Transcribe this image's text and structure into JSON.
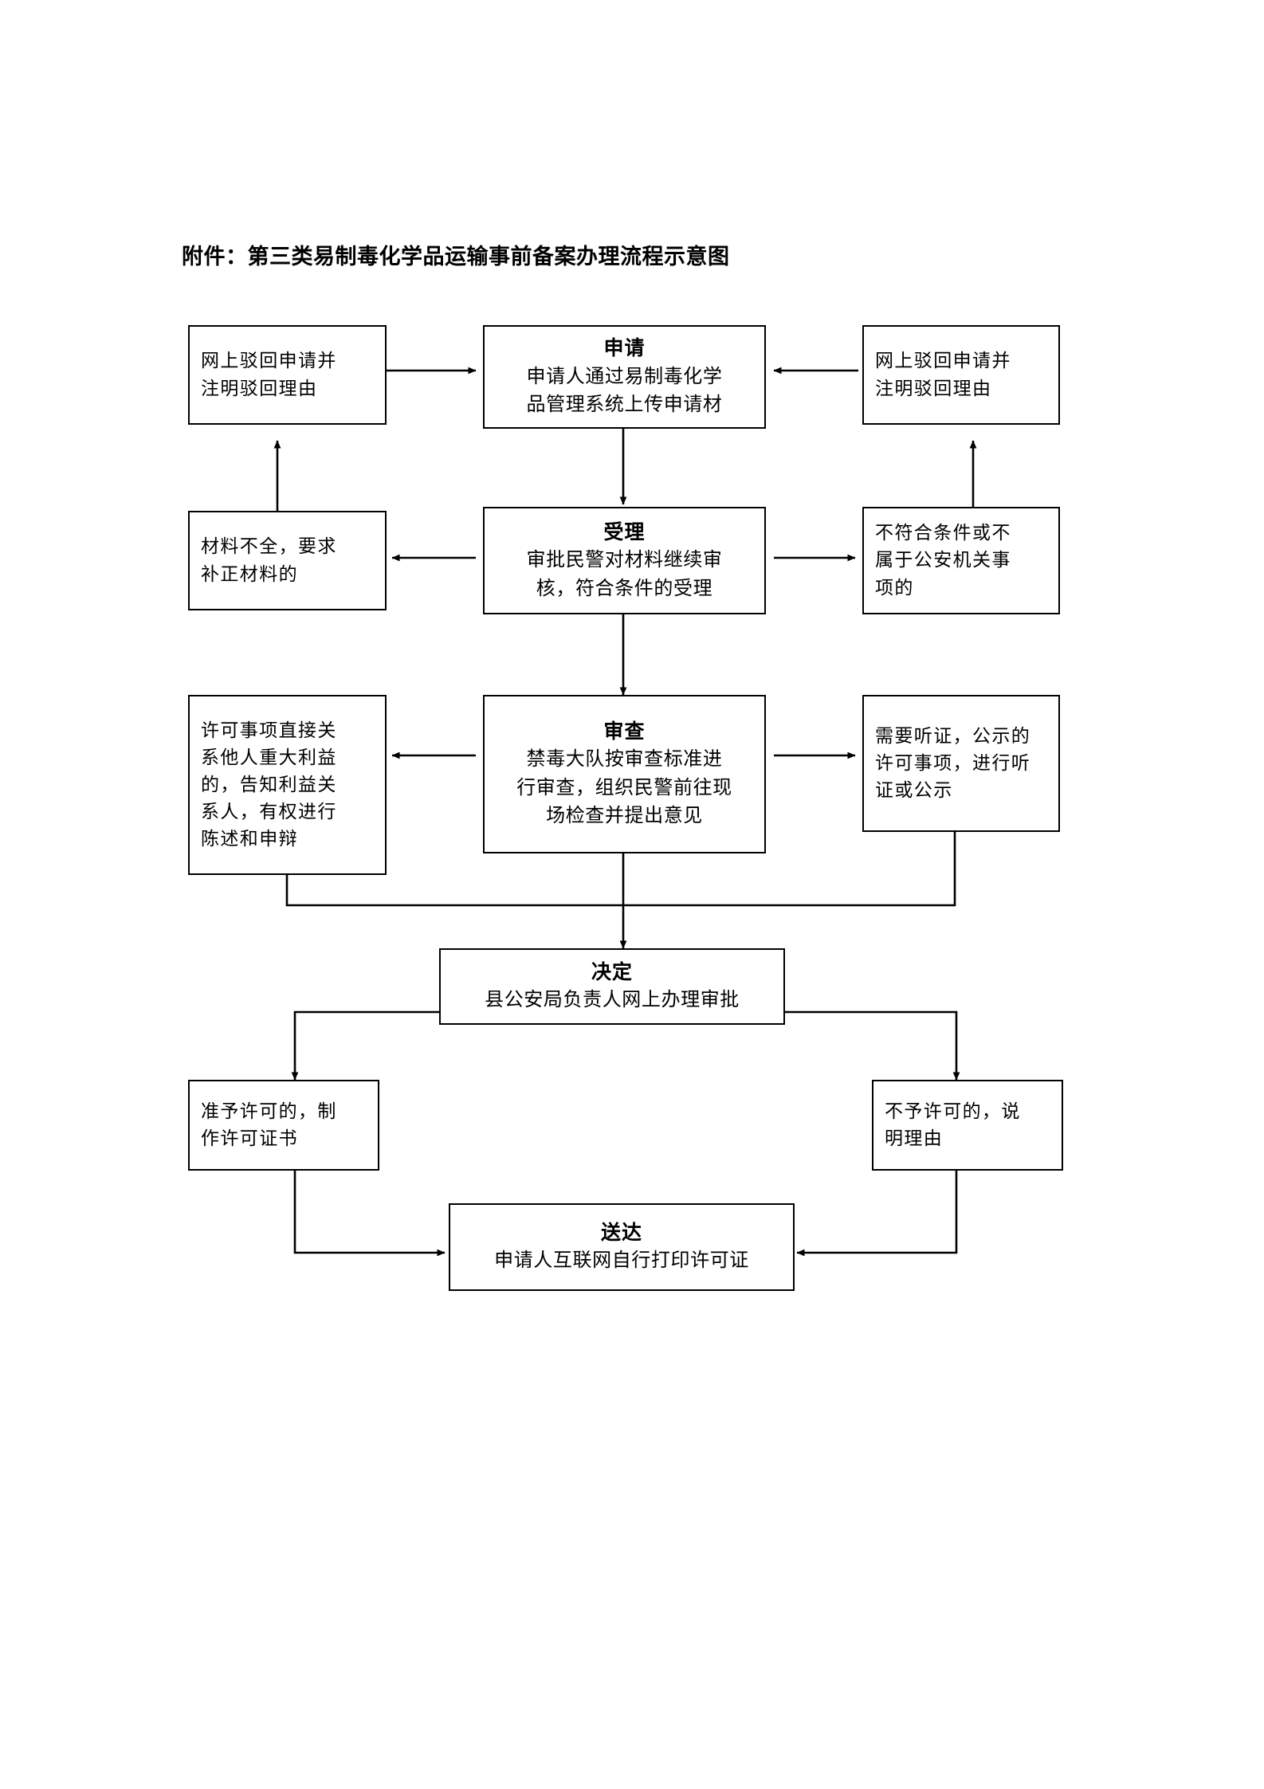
{
  "document": {
    "title": "附件：第三类易制毒化学品运输事前备案办理流程示意图"
  },
  "flowchart": {
    "type": "process-flow-diagram",
    "orientation": "top-to-bottom",
    "nodes": {
      "reject_left": {
        "header": "",
        "body_lines": [
          "网上驳回申请并",
          "注明驳回理由"
        ],
        "role": "outcome-left"
      },
      "apply": {
        "header": "申请",
        "body_lines": [
          "申请人通过易制毒化学",
          "品管理系统上传申请材"
        ],
        "role": "stage"
      },
      "reject_right": {
        "header": "",
        "body_lines": [
          "网上驳回申请并",
          "注明驳回理由"
        ],
        "role": "outcome-right"
      },
      "incomplete": {
        "header": "",
        "body_lines": [
          "材料不全，要求",
          "补正材料的"
        ],
        "role": "condition-left"
      },
      "accept": {
        "header": "受理",
        "body_lines": [
          "审批民警对材料继续审",
          "核，符合条件的受理"
        ],
        "role": "stage"
      },
      "not_qualified": {
        "header": "",
        "body_lines": [
          "不符合条件或不",
          "属于公安机关事",
          "项的"
        ],
        "role": "condition-right"
      },
      "statement": {
        "header": "",
        "body_lines": [
          "许可事项直接关",
          "系他人重大利益",
          "的，告知利益关",
          "系人，有权进行",
          "陈述和申辩"
        ],
        "role": "condition-left"
      },
      "review": {
        "header": "审查",
        "body_lines": [
          "禁毒大队按审查标准进",
          "行审查，组织民警前往现",
          "场检查并提出意见"
        ],
        "role": "stage"
      },
      "hearing": {
        "header": "",
        "body_lines": [
          "需要听证，公示的",
          "许可事项，进行听",
          "证或公示"
        ],
        "role": "condition-right"
      },
      "decide": {
        "header": "决定",
        "body_lines": [
          "县公安局负责人网上办理审批"
        ],
        "role": "stage"
      },
      "granted": {
        "header": "",
        "body_lines": [
          "准予许可的，制",
          "作许可证书"
        ],
        "role": "outcome-left"
      },
      "denied": {
        "header": "",
        "body_lines": [
          "不予许可的，说",
          "明理由"
        ],
        "role": "outcome-right"
      },
      "deliver": {
        "header": "送达",
        "body_lines": [
          "申请人互联网自行打印许可证"
        ],
        "role": "stage"
      }
    },
    "edges": [
      {
        "from": "reject_left",
        "to": "apply",
        "direction": "right"
      },
      {
        "from": "reject_right",
        "to": "apply",
        "direction": "left"
      },
      {
        "from": "apply",
        "to": "accept",
        "direction": "down"
      },
      {
        "from": "accept",
        "to": "incomplete",
        "direction": "left"
      },
      {
        "from": "incomplete",
        "to": "reject_left",
        "direction": "up"
      },
      {
        "from": "accept",
        "to": "not_qualified",
        "direction": "right"
      },
      {
        "from": "not_qualified",
        "to": "reject_right",
        "direction": "up"
      },
      {
        "from": "accept",
        "to": "review",
        "direction": "down"
      },
      {
        "from": "review",
        "to": "statement",
        "direction": "left"
      },
      {
        "from": "review",
        "to": "hearing",
        "direction": "right"
      },
      {
        "from": "statement",
        "to": "decide",
        "direction": "down"
      },
      {
        "from": "hearing",
        "to": "decide",
        "direction": "down"
      },
      {
        "from": "review",
        "to": "decide",
        "direction": "down"
      },
      {
        "from": "decide",
        "to": "granted",
        "direction": "down-left"
      },
      {
        "from": "decide",
        "to": "denied",
        "direction": "down-right"
      },
      {
        "from": "granted",
        "to": "deliver",
        "direction": "down-right"
      },
      {
        "from": "denied",
        "to": "deliver",
        "direction": "down-left"
      }
    ]
  },
  "colors": {
    "page_background": "#ffffff",
    "box_border": "#000000",
    "text": "#000000",
    "connector": "#000000"
  }
}
